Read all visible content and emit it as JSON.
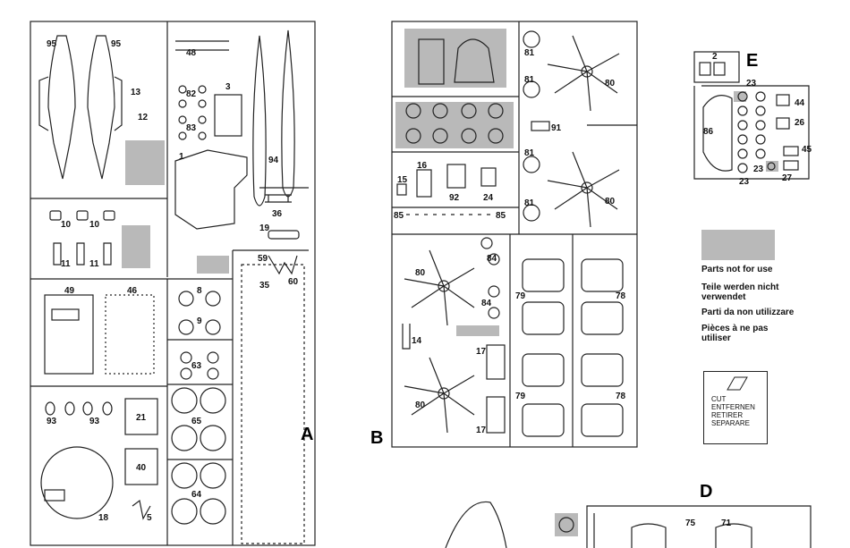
{
  "sprues": [
    {
      "id": "sprue-a",
      "letter": "A"
    },
    {
      "id": "sprue-b",
      "letter": "B"
    },
    {
      "id": "sprue-d",
      "letter": "D"
    },
    {
      "id": "sprue-e",
      "letter": "E"
    }
  ],
  "part_numbers": {
    "a": [
      "95",
      "95",
      "48",
      "13",
      "12",
      "82",
      "3",
      "83",
      "94",
      "1",
      "36",
      "19",
      "10",
      "10",
      "11",
      "11",
      "49",
      "46",
      "8",
      "9",
      "63",
      "59",
      "60",
      "35",
      "93",
      "93",
      "21",
      "65",
      "40",
      "64",
      "18",
      "5"
    ],
    "b": [
      "81",
      "80",
      "81",
      "91",
      "81",
      "16",
      "15",
      "92",
      "24",
      "80",
      "81",
      "85",
      "85",
      "80",
      "84",
      "84",
      "14",
      "79",
      "78",
      "17",
      "79",
      "78",
      "80",
      "17"
    ],
    "d": [
      "75",
      "71"
    ],
    "e": [
      "2",
      "23",
      "44",
      "26",
      "86",
      "45",
      "23",
      "27",
      "23"
    ]
  },
  "legend": {
    "title_lines": [
      "Parts not for use"
    ],
    "de": "Teile werden nicht verwendet",
    "it": "Parti da non utilizzare",
    "fr": "Pièces à ne pas utiliser"
  },
  "cut_box": {
    "lines": [
      "CUT",
      "ENTFERNEN",
      "RETIRER",
      "SEPARARE"
    ]
  },
  "colors": {
    "not_for_use": "#b9b9b9",
    "line": "#222222"
  }
}
